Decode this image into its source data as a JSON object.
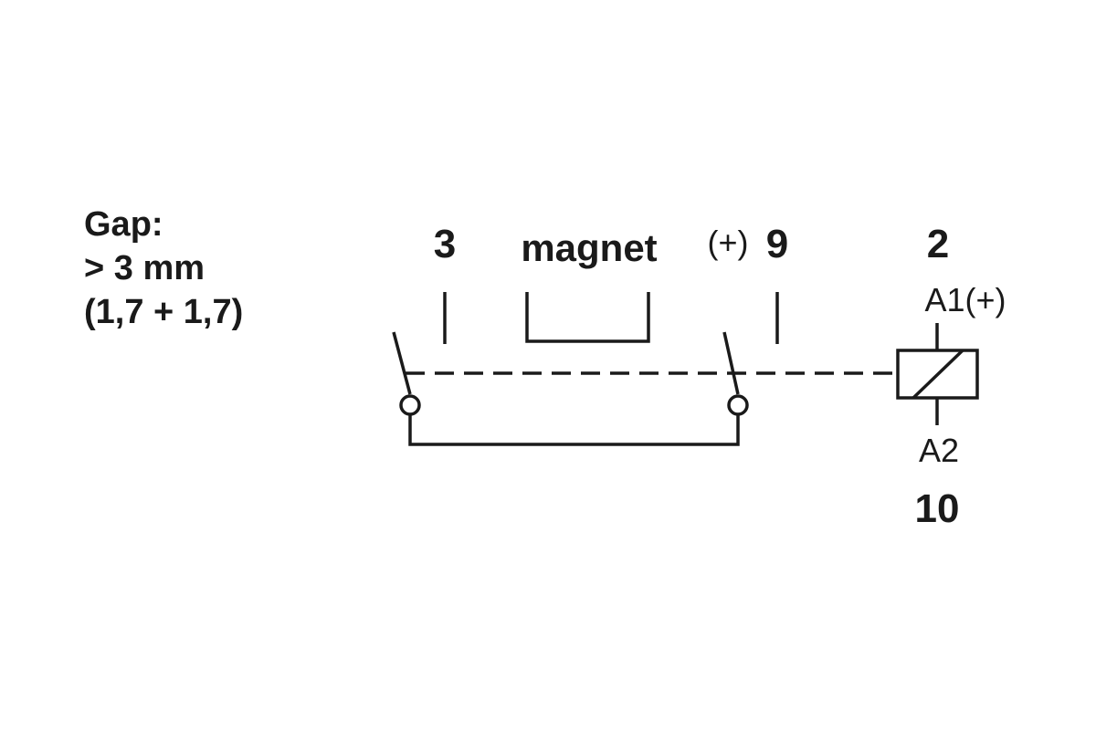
{
  "gap_note": {
    "line1": "Gap:",
    "line2": "> 3 mm",
    "line3": "(1,7 + 1,7)"
  },
  "terminals": {
    "t3": "3",
    "magnet": "magnet",
    "plus_left": "(+)",
    "t9": "9",
    "t2": "2",
    "a1_plus": "A1(+)",
    "a2": "A2",
    "t10": "10"
  }
}
